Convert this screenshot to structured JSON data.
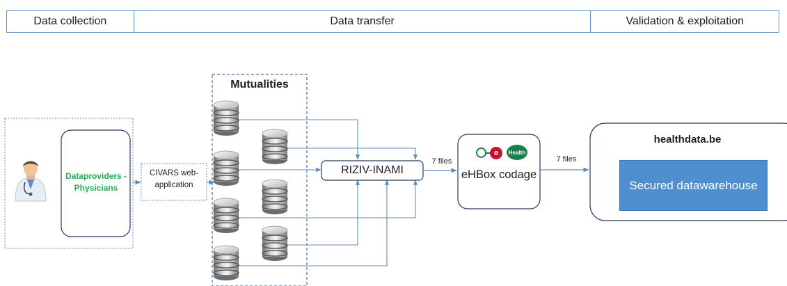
{
  "phases": {
    "collection": "Data collection",
    "transfer": "Data transfer",
    "validation": "Validation & exploitation"
  },
  "nodes": {
    "dataproviders": "Dataproviders - Physicians",
    "civars": "CIVARS web-application",
    "mutualities": "Mutualities",
    "riziv": "RIZIV-INAMI",
    "ehbox_logo_e": "e",
    "ehbox_logo_health": "Health",
    "ehbox": "eHBox codage",
    "healthdata": "healthdata.be",
    "datawarehouse": "Secured datawarehouse"
  },
  "edges": {
    "riziv_to_ehbox": "7 files",
    "ehbox_to_healthdata": "7 files"
  },
  "icons": [
    "doctor-icon",
    "database-icon",
    "ehealth-logo-icon"
  ],
  "colors": {
    "line": "#5b8ec5",
    "dataproviders_text": "#22b04b",
    "datawarehouse_fill": "#4f8fcf",
    "ehealth_red": "#c8102e",
    "ehealth_green": "#1a7f4e"
  }
}
